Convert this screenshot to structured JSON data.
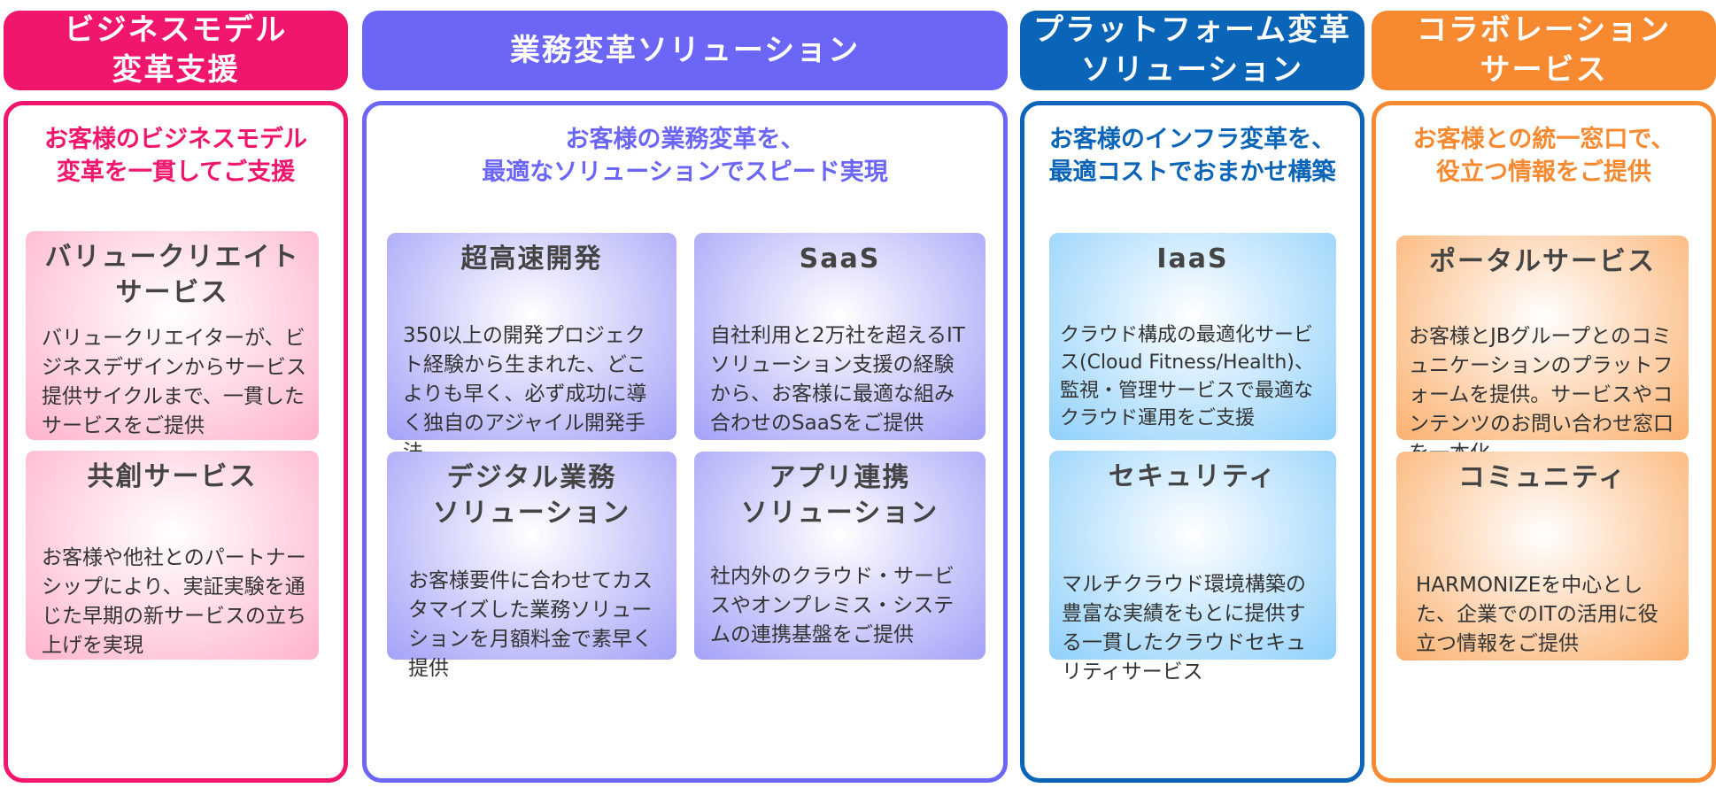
{
  "columns": [
    {
      "id": "business-model",
      "header": "ビジネスモデル\n変革支援",
      "tagline": "お客様のビジネスモデル\n変革を一貫してご支援",
      "color": "#f0166d",
      "card_gradient": [
        "#ffffff",
        "#ffb3cb"
      ],
      "cards": [
        {
          "title": "バリュークリエイト\nサービス",
          "desc": "バリュークリエイターが、ビジネスデザインからサービス提供サイクルまで、一貫したサービスをご提供"
        },
        {
          "title": "共創サービス",
          "desc": "お客様や他社とのパートナーシップにより、実証実験を通じた早期の新サービスの立ち上げを実現"
        }
      ]
    },
    {
      "id": "business-transformation",
      "header": "業務変革ソリューション",
      "tagline": "お客様の業務変革を、\n最適なソリューションでスピード実現",
      "color": "#6b66f6",
      "card_gradient": [
        "#ffffff",
        "#a3a1f7"
      ],
      "cards": [
        {
          "title": "超高速開発",
          "desc": "350以上の開発プロジェクト経験から生まれた、どこよりも早く、必ず成功に導く独自のアジャイル開発手法"
        },
        {
          "title": "SaaS",
          "desc": "自社利用と2万社を超えるITソリューション支援の経験から、お客様に最適な組み合わせのSaaSをご提供"
        },
        {
          "title": "デジタル業務\nソリューション",
          "desc": "お客様要件に合わせてカスタマイズした業務ソリューションを月額料金で素早く提供"
        },
        {
          "title": "アプリ連携\nソリューション",
          "desc": "社内外のクラウド・サービスやオンプレミス・システムの連携基盤をご提供"
        }
      ]
    },
    {
      "id": "platform-transformation",
      "header": "プラットフォーム変革\nソリューション",
      "tagline": "お客様のインフラ変革を、\n最適コストでおまかせ構築",
      "color": "#0a64b7",
      "card_gradient": [
        "#ffffff",
        "#8fd0fb"
      ],
      "cards": [
        {
          "title": "IaaS",
          "desc": "クラウド構成の最適化サービス(Cloud Fitness/Health)、監視・管理サービスで最適なクラウド運用をご支援"
        },
        {
          "title": "セキュリティ",
          "desc": "マルチクラウド環境構築の豊富な実績をもとに提供する一貫したクラウドセキュリティサービス"
        }
      ]
    },
    {
      "id": "collaboration",
      "header": "コラボレーション\nサービス",
      "tagline": "お客様との統一窓口で、\n役立つ情報をご提供",
      "color": "#f78a30",
      "card_gradient": [
        "#ffffff",
        "#fbb06e"
      ],
      "cards": [
        {
          "title": "ポータルサービス",
          "desc": "お客様とJBグループとのコミュニケーションのプラットフォームを提供。サービスやコンテンツのお問い合わせ窓口を一本化"
        },
        {
          "title": "コミュニティ",
          "desc": "HARMONIZEを中心とした、企業でのITの活用に役立つ情報をご提供"
        }
      ]
    }
  ]
}
